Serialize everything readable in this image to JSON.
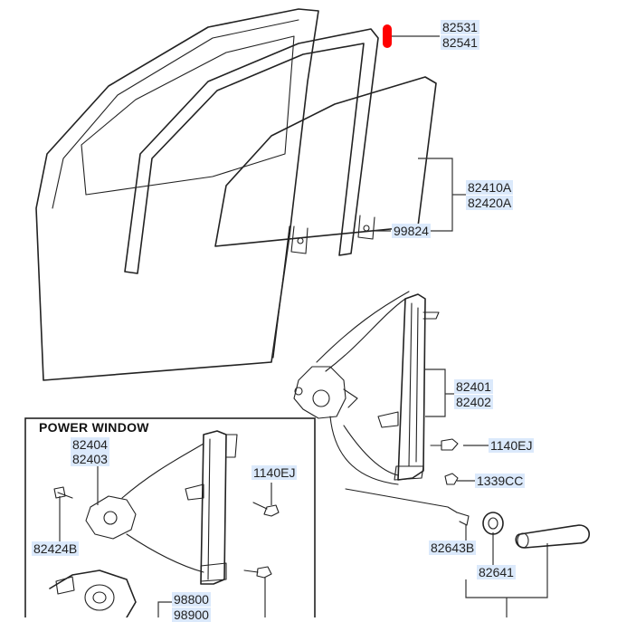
{
  "inset_title": "POWER WINDOW",
  "marker_color": "#ff0000",
  "label_highlight": "#dbe9fb",
  "labels": {
    "p82531": "82531",
    "p82541": "82541",
    "p82410A": "82410A",
    "p82420A": "82420A",
    "p99824": "99824",
    "p82401": "82401",
    "p82402": "82402",
    "p1140EJ_main": "1140EJ",
    "p1339CC": "1339CC",
    "p82643B": "82643B",
    "p82641": "82641",
    "p82404": "82404",
    "p82403": "82403",
    "p1140EJ_inset": "1140EJ",
    "p82424B": "82424B",
    "p98800": "98800",
    "p98900": "98900"
  }
}
